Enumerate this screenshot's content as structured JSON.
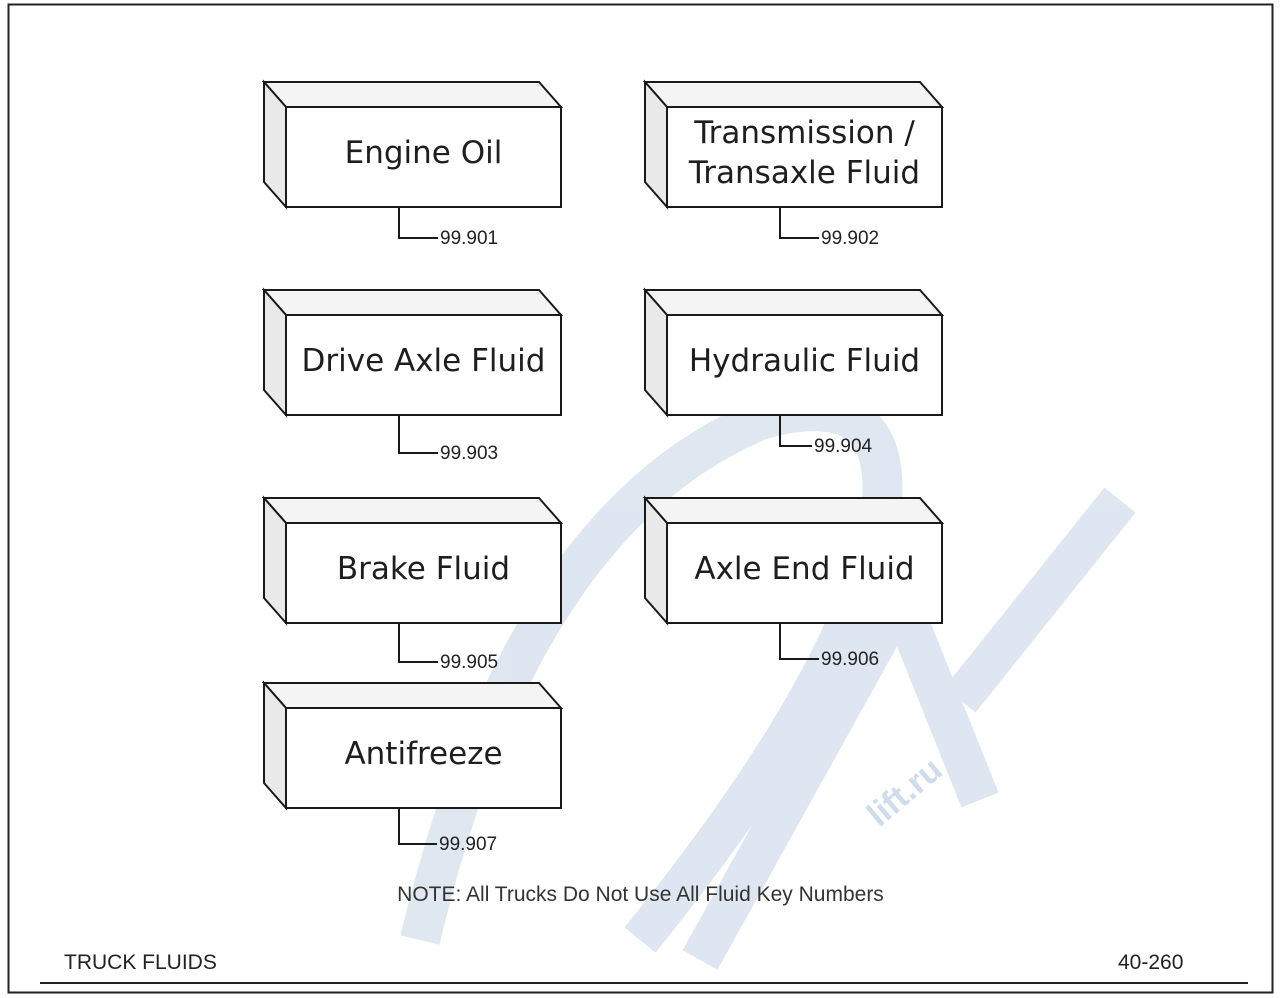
{
  "boxes": [
    {
      "label": "Engine Oil",
      "key": "99.901"
    },
    {
      "label": "Transmission /\nTransaxle Fluid",
      "key": "99.902"
    },
    {
      "label": "Drive Axle Fluid",
      "key": "99.903"
    },
    {
      "label": "Hydraulic Fluid",
      "key": "99.904"
    },
    {
      "label": "Brake Fluid",
      "key": "99.905"
    },
    {
      "label": "Axle End Fluid",
      "key": "99.906"
    },
    {
      "label": "Antifreeze",
      "key": "99.907"
    }
  ],
  "note": "NOTE: All Trucks Do Not Use All Fluid Key Numbers",
  "footer": {
    "section": "TRUCK FLUIDS",
    "page": "40-260"
  },
  "watermark": {
    "text": "lift.ru",
    "color": "#cfdceb"
  }
}
